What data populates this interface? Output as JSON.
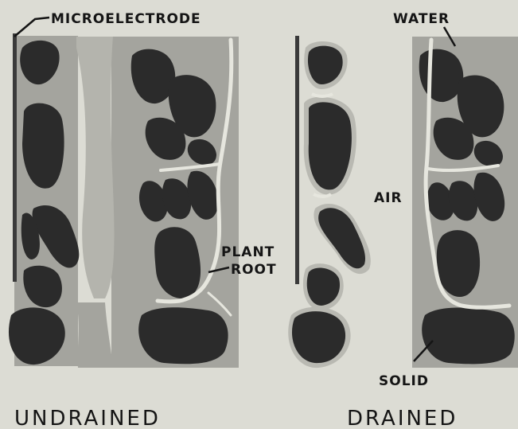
{
  "labels": {
    "microelectrode": "MICROELECTRODE",
    "water": "WATER",
    "air": "AIR",
    "plant_root_line1": "PLANT",
    "plant_root_line2": "ROOT",
    "solid": "SOLID",
    "undrained": "UNDRAINED",
    "drained": "DRAINED"
  },
  "colors": {
    "background": "#dcdcd4",
    "soil_zone": "#a4a49e",
    "water_film": "#b9b9b2",
    "solid_particle": "#2b2b2b",
    "electrode": "#3a3a3a",
    "root": "#e6e6de",
    "text": "#151515"
  }
}
